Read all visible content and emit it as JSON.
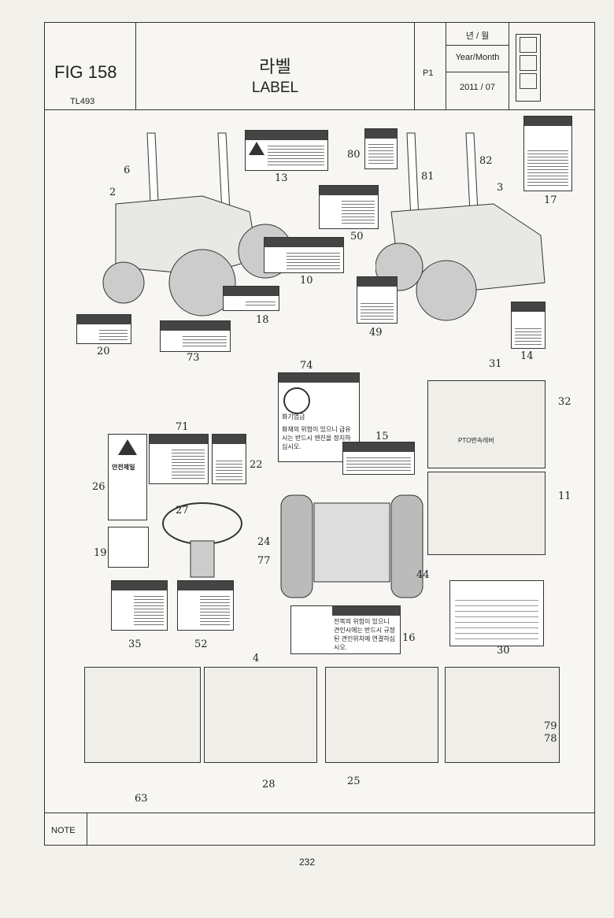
{
  "header": {
    "fig": "FIG 158",
    "model": "TL493",
    "title_ko": "라벨",
    "title_en": "LABEL",
    "page_code": "P1",
    "date_label_ko": "년 / 월",
    "date_label_en": "Year/Month",
    "date_value": "2011 / 07"
  },
  "callouts": [
    "6",
    "2",
    "13",
    "80",
    "81",
    "82",
    "3",
    "17",
    "50",
    "10",
    "18",
    "20",
    "73",
    "49",
    "14",
    "74",
    "31",
    "32",
    "71",
    "26",
    "22",
    "15",
    "11",
    "27",
    "24",
    "19",
    "77",
    "44",
    "35",
    "52",
    "16",
    "30",
    "4",
    "28",
    "25",
    "63",
    "79",
    "78"
  ],
  "labels": {
    "label_74_text": "화재의 위험이 있으니 급유시는 반드시 엔진을 정지하십시오.",
    "label_74_icon_caption": "화기엄금",
    "label_16_text": "전복의 위험이 있으니 견인시에는 반드시 규정된 견인위치에 연결하십시오.",
    "label_26_title": "안전제일",
    "pto_text": "PTO변속레버"
  },
  "footer": {
    "note_label": "NOTE",
    "page_number": "232"
  }
}
